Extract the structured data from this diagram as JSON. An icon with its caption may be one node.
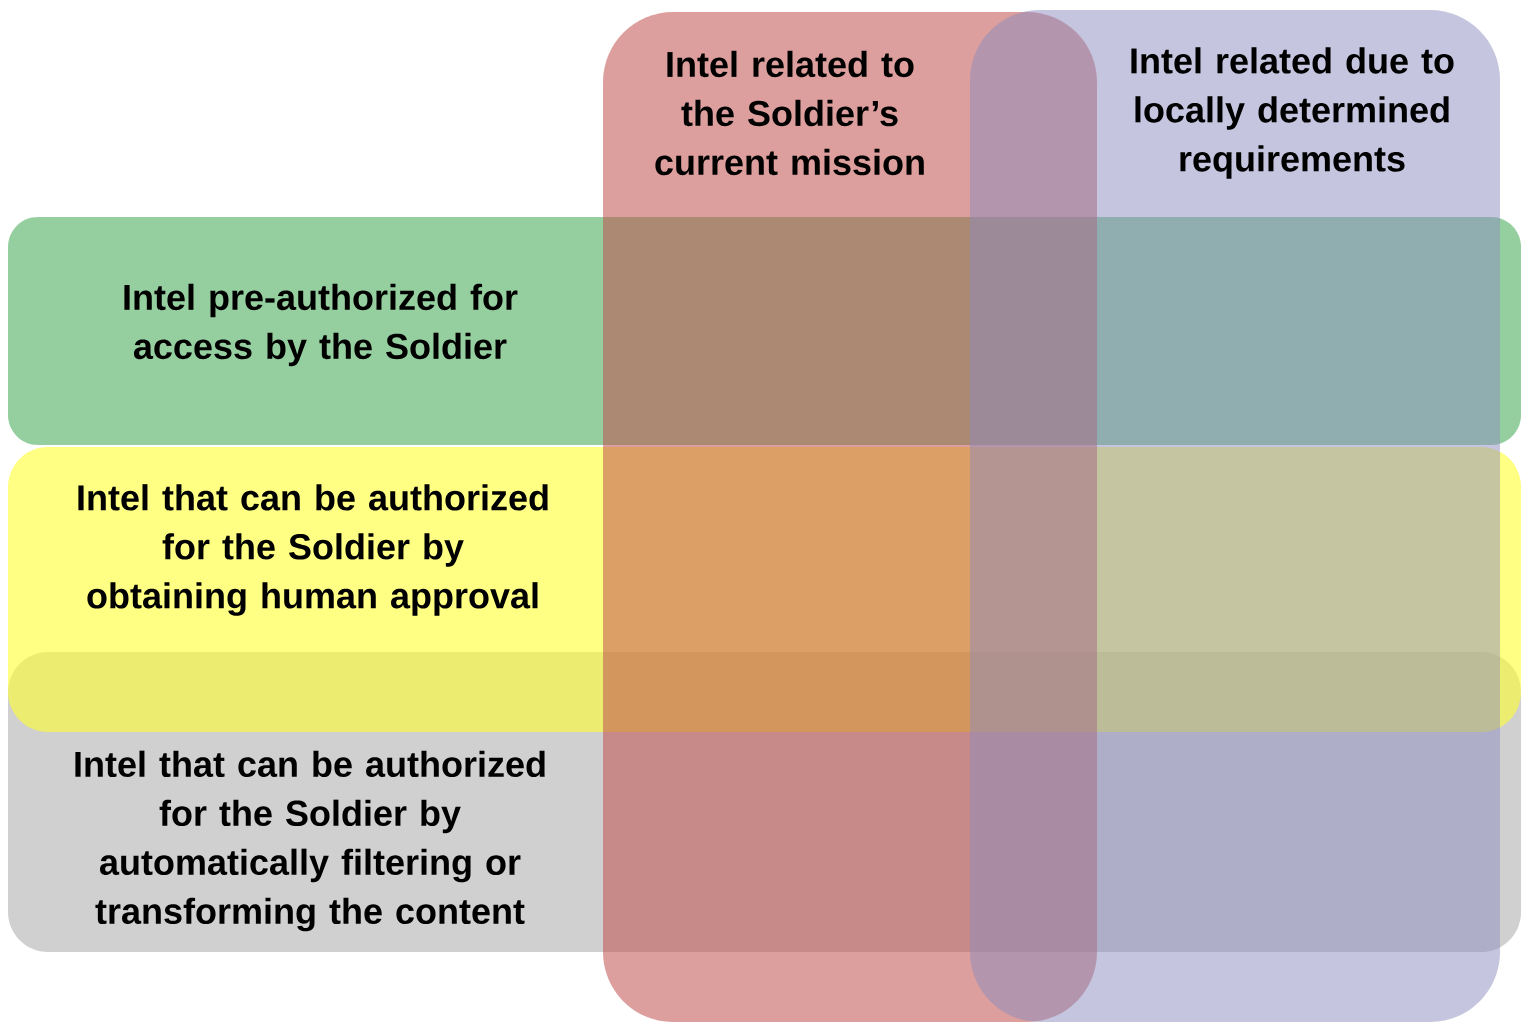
{
  "diagram": {
    "nodes": [
      {
        "text": [
          "Intel related to the Soldier’s current mission"
        ]
      },
      {
        "text": [
          "Intel related due to locally determined requirements"
        ]
      },
      {
        "text": [
          "Intel pre-authorized for access by the Soldier"
        ]
      },
      {
        "text": [
          "Intel that can be authorized for the Soldier by obtaining human approval"
        ]
      },
      {
        "text": [
          "Intel that can be authorized for the Soldier by automatically filtering or transforming the content"
        ]
      }
    ]
  }
}
